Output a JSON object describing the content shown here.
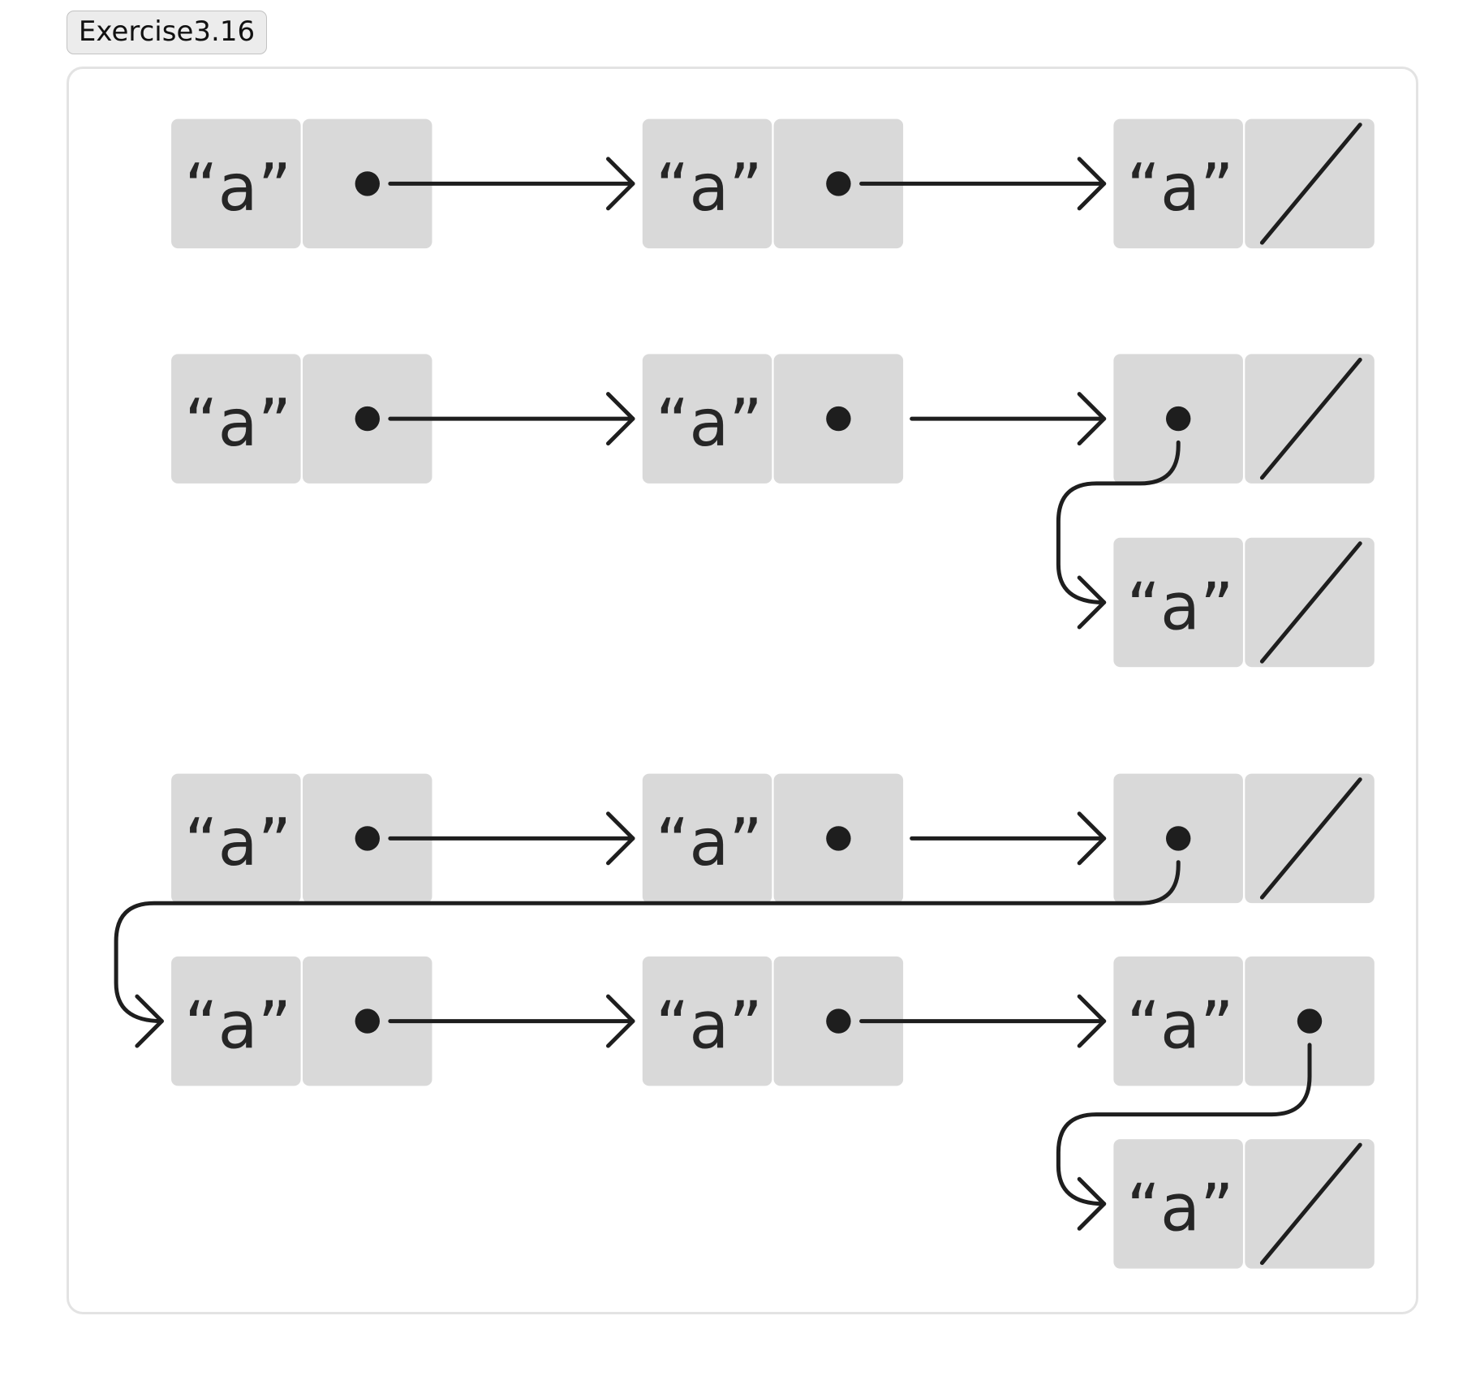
{
  "header": {
    "title": "Exercise3.16"
  },
  "diagram": {
    "nodes": [
      {
        "id": "r1a",
        "car": "“a”",
        "cdr": "pointer"
      },
      {
        "id": "r1b",
        "car": "“a”",
        "cdr": "pointer"
      },
      {
        "id": "r1c",
        "car": "“a”",
        "cdr": "nil"
      },
      {
        "id": "r2a",
        "car": "“a”",
        "cdr": "pointer"
      },
      {
        "id": "r2b",
        "car": "“a”",
        "cdr": "pointer"
      },
      {
        "id": "r2c",
        "car": "pointer",
        "cdr": "nil"
      },
      {
        "id": "r2d",
        "car": "“a”",
        "cdr": "nil"
      },
      {
        "id": "r3a",
        "car": "“a”",
        "cdr": "pointer"
      },
      {
        "id": "r3b",
        "car": "“a”",
        "cdr": "pointer"
      },
      {
        "id": "r3c",
        "car": "pointer",
        "cdr": "nil"
      },
      {
        "id": "r4a",
        "car": "“a”",
        "cdr": "pointer"
      },
      {
        "id": "r4b",
        "car": "“a”",
        "cdr": "pointer"
      },
      {
        "id": "r4c",
        "car": "“a”",
        "cdr": "pointer"
      },
      {
        "id": "r4d",
        "car": "“a”",
        "cdr": "nil"
      }
    ],
    "pointers": [
      {
        "from": "r1a",
        "to": "r1b"
      },
      {
        "from": "r1b",
        "to": "r1c"
      },
      {
        "from": "r2a",
        "to": "r2b"
      },
      {
        "from": "r2b",
        "to": "r2c"
      },
      {
        "from": "r2c",
        "to": "r2d"
      },
      {
        "from": "r3a",
        "to": "r3b"
      },
      {
        "from": "r3b",
        "to": "r3c"
      },
      {
        "from": "r3c",
        "to": "r4a"
      },
      {
        "from": "r4a",
        "to": "r4b"
      },
      {
        "from": "r4b",
        "to": "r4c"
      },
      {
        "from": "r4c",
        "to": "r4d"
      }
    ]
  }
}
